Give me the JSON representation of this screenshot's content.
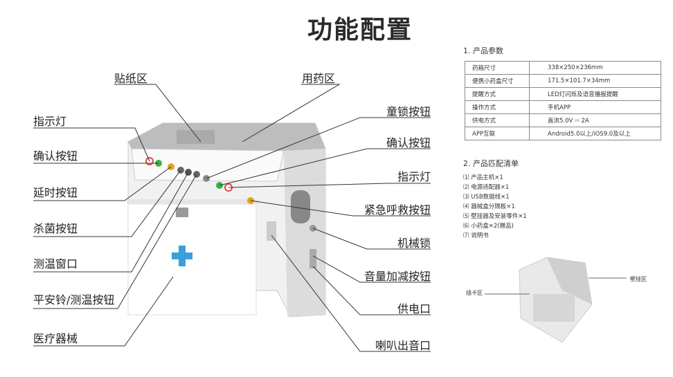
{
  "title": "功能配置",
  "left_labels": [
    "指示灯",
    "确认按钮",
    "延时按钮",
    "杀菌按钮",
    "测温窗口",
    "平安铃/测温按钮",
    "医疗器械"
  ],
  "top_labels": [
    "贴纸区",
    "用药区"
  ],
  "right_labels": [
    "童锁按钮",
    "确认按钮",
    "指示灯",
    "紧急呼救按钮",
    "机械锁",
    "音量加减按钮",
    "供电口",
    "喇叭出音口"
  ],
  "params": {
    "heading": "1. 产品参数",
    "rows": [
      {
        "k": "药箱尺寸",
        "v": "338×250×236mm"
      },
      {
        "k": "便携小药盒尺寸",
        "v": "171.5×101.7×34mm"
      },
      {
        "k": "提醒方式",
        "v": "LED灯闪烁及语音播报提醒"
      },
      {
        "k": "操作方式",
        "v": "手机APP"
      },
      {
        "k": "供电方式",
        "v": "直流5.0V ⎓ 2A"
      },
      {
        "k": "APP互联",
        "v": "Android5.0以上/iOS9.0及以上"
      }
    ]
  },
  "package": {
    "heading": "2. 产品匹配清单",
    "items": [
      "⑴ 产品主机×1",
      "⑵ 电源适配器×1",
      "⑶ USB数据线×1",
      "⑷ 器械盒分隔板×1",
      "⑸ 壁挂器及安装零件×1",
      "⑹ 小药盒×2(赠品)",
      "⑺ 说明书"
    ]
  },
  "back_view": {
    "card_area": "插卡区",
    "wall_area": "壁挂区"
  },
  "colors": {
    "cross": "#3aa0d8",
    "green": "#3cb043",
    "yellow": "#e8a317",
    "red": "#e04848"
  }
}
